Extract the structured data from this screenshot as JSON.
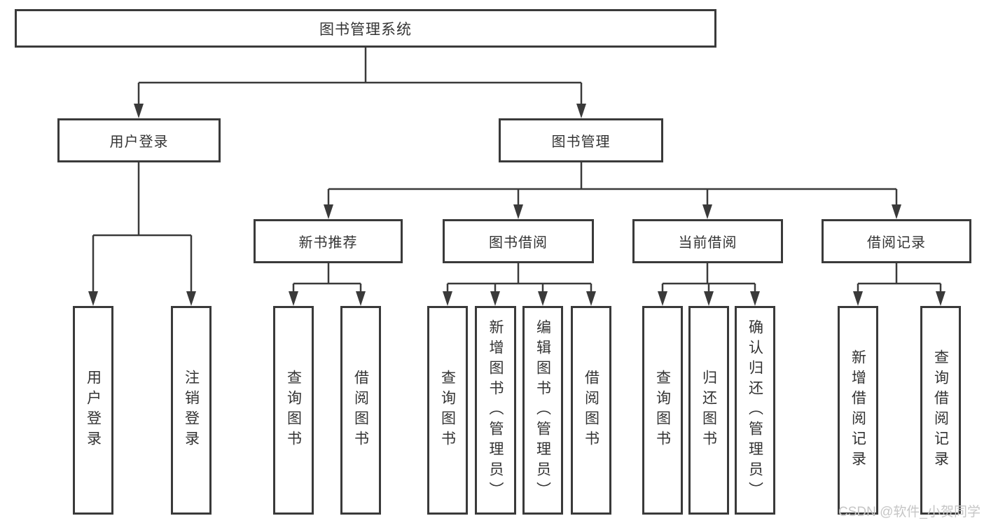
{
  "tree": {
    "root": {
      "label": "图书管理系统"
    },
    "branches": [
      {
        "label": "用户登录",
        "children": [
          {
            "label": "用户登录"
          },
          {
            "label": "注销登录"
          }
        ]
      },
      {
        "label": "图书管理",
        "groups": [
          {
            "label": "新书推荐",
            "children": [
              {
                "label": "查询图书"
              },
              {
                "label": "借阅图书"
              }
            ]
          },
          {
            "label": "图书借阅",
            "children": [
              {
                "label": "查询图书"
              },
              {
                "label": "新增图书（管理员）"
              },
              {
                "label": "编辑图书（管理员）"
              },
              {
                "label": "借阅图书"
              }
            ]
          },
          {
            "label": "当前借阅",
            "children": [
              {
                "label": "查询图书"
              },
              {
                "label": "归还图书"
              },
              {
                "label": "确认归还（管理员）"
              }
            ]
          },
          {
            "label": "借阅记录",
            "children": [
              {
                "label": "新增借阅记录"
              },
              {
                "label": "查询借阅记录"
              }
            ]
          }
        ]
      }
    ]
  },
  "watermark": "CSDN @软件_小贺同学",
  "colors": {
    "line": "#3a3a3a",
    "text": "#333333",
    "background": "#ffffff",
    "watermark": "#c6c6c6"
  }
}
